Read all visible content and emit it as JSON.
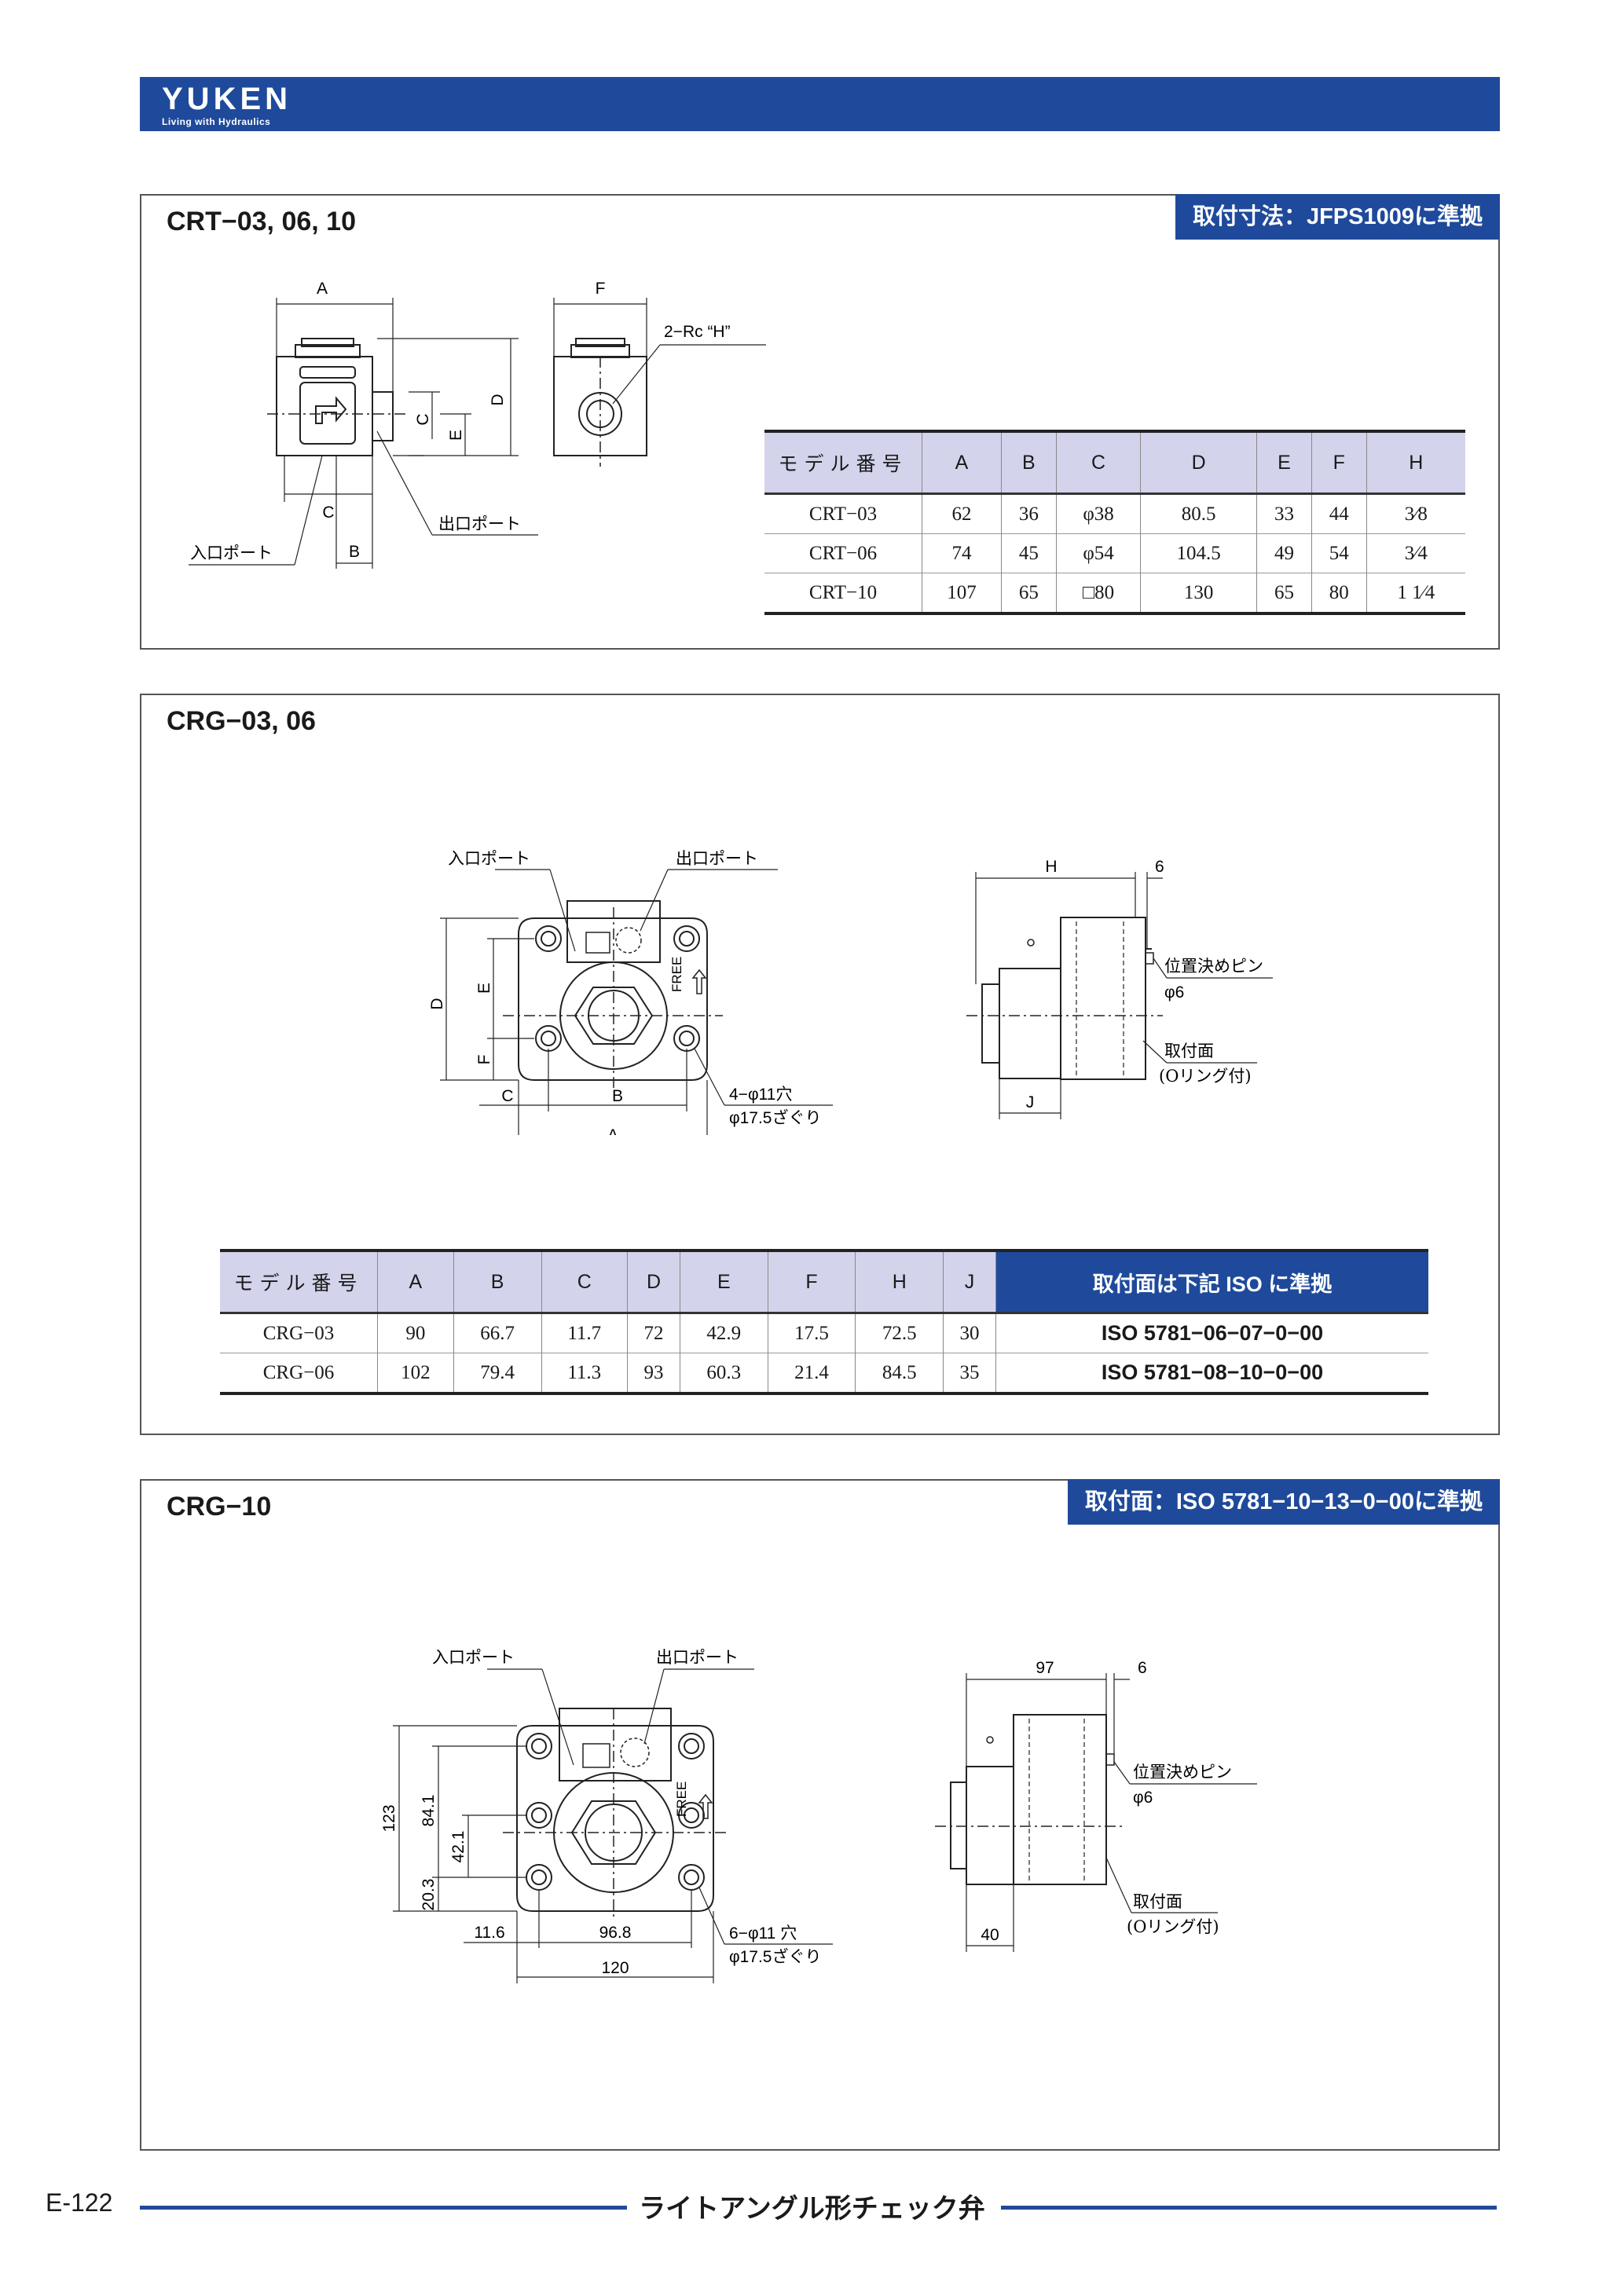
{
  "brand": {
    "logo": "YUKEN",
    "tagline": "Living with Hydraulics"
  },
  "crt": {
    "title": "CRT−03, 06, 10",
    "badge": "取付寸法：JFPS1009に準拠",
    "drawing": {
      "dims": [
        "A",
        "C",
        "D",
        "E",
        "C",
        "B",
        "F"
      ],
      "rc_label": "2−Rc “H”",
      "inlet": "入口ポート",
      "outlet": "出口ポート"
    },
    "table": {
      "headers": [
        "モデル番号",
        "A",
        "B",
        "C",
        "D",
        "E",
        "F",
        "H"
      ],
      "rows": [
        [
          "CRT−03",
          "62",
          "36",
          "φ38",
          "80.5",
          "33",
          "44",
          "3⁄8"
        ],
        [
          "CRT−06",
          "74",
          "45",
          "φ54",
          "104.5",
          "49",
          "54",
          "3⁄4"
        ],
        [
          "CRT−10",
          "107",
          "65",
          "□80",
          "130",
          "65",
          "80",
          "1 1⁄4"
        ]
      ]
    }
  },
  "crg0306": {
    "title": "CRG−03, 06",
    "drawing": {
      "inlet": "入口ポート",
      "outlet": "出口ポート",
      "free": "FREE",
      "holes_1": "4−φ11穴",
      "holes_2": "φ17.5ざぐり",
      "pin_1": "位置決めピン",
      "pin_2": "φ6",
      "mount_1": "取付面",
      "mount_2": "(Oリング付)",
      "dims": {
        "d": "D",
        "e": "E",
        "f": "F",
        "c": "C",
        "b": "B",
        "a": "A",
        "h": "H",
        "six": "6",
        "j": "J"
      }
    },
    "table": {
      "headers": [
        "モデル番号",
        "A",
        "B",
        "C",
        "D",
        "E",
        "F",
        "H",
        "J",
        "取付面は下記 ISO に準拠"
      ],
      "rows": [
        [
          "CRG−03",
          "90",
          "66.7",
          "11.7",
          "72",
          "42.9",
          "17.5",
          "72.5",
          "30",
          "ISO 5781−06−07−0−00"
        ],
        [
          "CRG−06",
          "102",
          "79.4",
          "11.3",
          "93",
          "60.3",
          "21.4",
          "84.5",
          "35",
          "ISO 5781−08−10−0−00"
        ]
      ]
    }
  },
  "crg10": {
    "title": "CRG−10",
    "badge": "取付面：ISO 5781−10−13−0−00に準拠",
    "drawing": {
      "inlet": "入口ポート",
      "outlet": "出口ポート",
      "free": "FREE",
      "holes_1": "6−φ11 穴",
      "holes_2": "φ17.5ざぐり",
      "pin_1": "位置決めピン",
      "pin_2": "φ6",
      "mount_1": "取付面",
      "mount_2": "(Oリング付)",
      "dims": {
        "v123": "123",
        "v84": "84.1",
        "v42": "42.1",
        "v20": "20.3",
        "v11": "11.6",
        "v96": "96.8",
        "v120": "120",
        "v97": "97",
        "six": "6",
        "v40": "40"
      }
    }
  },
  "footer": {
    "page": "E-122",
    "title": "ライトアングル形チェック弁"
  }
}
